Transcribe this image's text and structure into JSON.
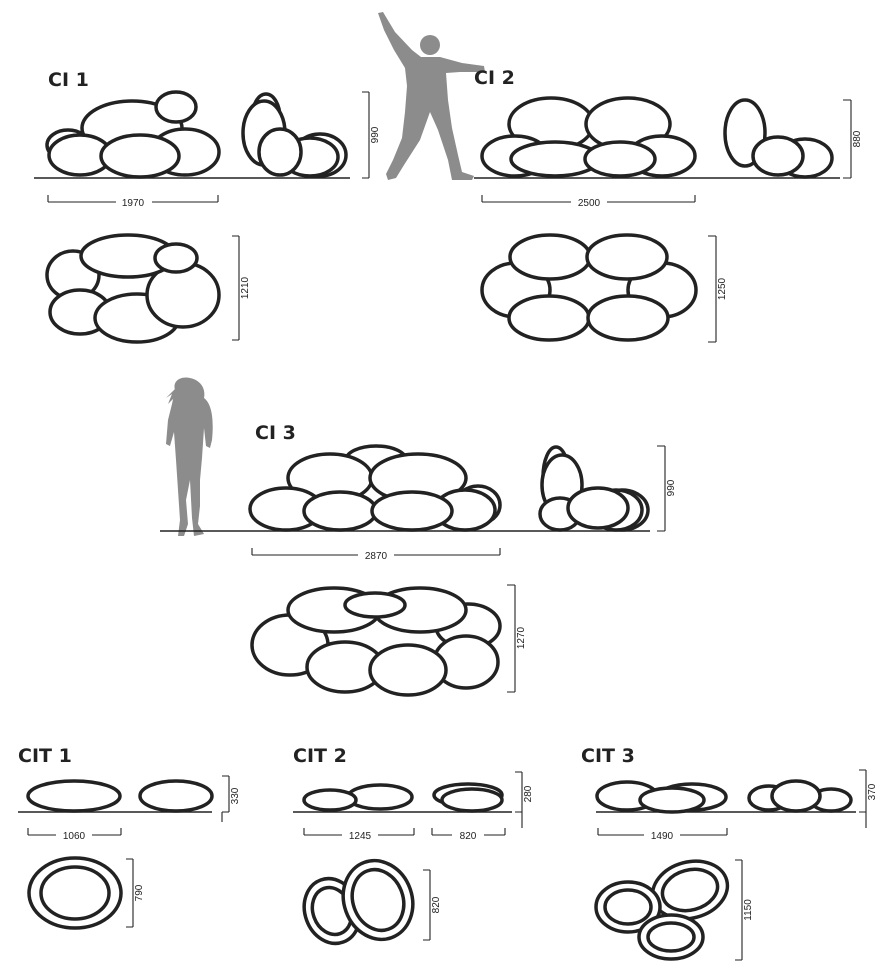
{
  "colors": {
    "outline": "#222222",
    "silhouette": "#8c8c8c",
    "background": "#ffffff"
  },
  "icons": [
    "dancing-man-silhouette-icon",
    "standing-woman-silhouette-icon"
  ],
  "groups": [
    {
      "title": "CI 1",
      "width": "1970",
      "height": "990",
      "depth": "1210"
    },
    {
      "title": "CI 2",
      "width": "2500",
      "height": "880",
      "depth": "1250"
    },
    {
      "title": "CI 3",
      "width": "2870",
      "height": "990",
      "depth": "1270"
    },
    {
      "title": "CIT 1",
      "width": "1060",
      "height": "330",
      "depth": "790"
    },
    {
      "title": "CIT 2",
      "width": "1245",
      "width2": "820",
      "height": "280",
      "depth": "820"
    },
    {
      "title": "CIT 3",
      "width": "1490",
      "height": "370",
      "depth": "1150"
    }
  ]
}
